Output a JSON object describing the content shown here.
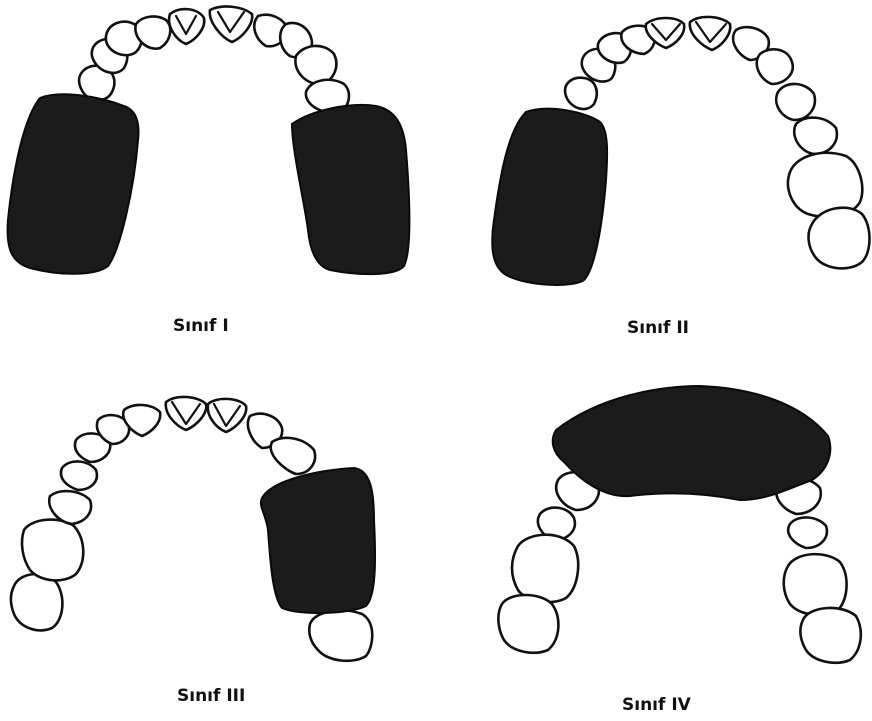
{
  "figure": {
    "panels": [
      {
        "id": "class-1",
        "label": "Sınıf I"
      },
      {
        "id": "class-2",
        "label": "Sınıf II"
      },
      {
        "id": "class-3",
        "label": "Sınıf III"
      },
      {
        "id": "class-4",
        "label": "Sınıf IV"
      }
    ]
  },
  "colors": {
    "edentulous_fill": "#1b1b1b",
    "tooth_outline": "#111111",
    "background": "#ffffff"
  }
}
